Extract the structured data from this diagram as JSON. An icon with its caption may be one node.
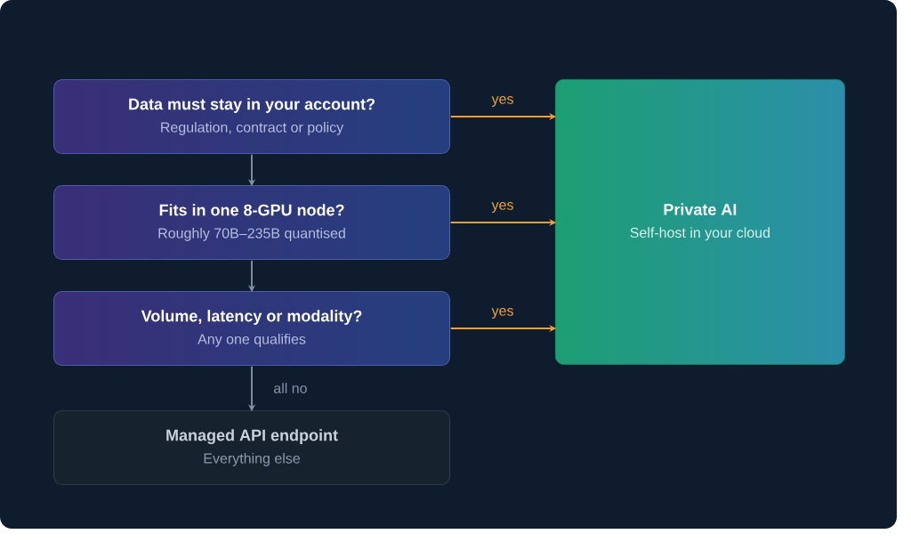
{
  "diagram": {
    "nodes": [
      {
        "text": [
          "Data must stay in your account?",
          "Regulation, contract or policy"
        ]
      },
      {
        "text": [
          "Fits in one 8-GPU node?",
          "Roughly 70B–235B quantised"
        ]
      },
      {
        "text": [
          "Volume, latency or modality?",
          "Any one qualifies"
        ]
      },
      {
        "text": [
          "Managed API endpoint",
          "Everything else"
        ]
      },
      {
        "text": [
          "Private AI",
          "Self-host in your cloud"
        ]
      }
    ],
    "edges": [
      {
        "from": 0,
        "to": 4,
        "arrow": "to",
        "label": "yes",
        "color": "#f0a035"
      },
      {
        "from": 1,
        "to": 4,
        "arrow": "to",
        "label": "yes",
        "color": "#f0a035"
      },
      {
        "from": 2,
        "to": 4,
        "arrow": "to",
        "label": "yes",
        "color": "#f0a035"
      },
      {
        "from": 0,
        "to": 1,
        "arrow": "to",
        "color": "#8493a8"
      },
      {
        "from": 1,
        "to": 2,
        "arrow": "to",
        "color": "#8493a8"
      },
      {
        "from": 2,
        "to": 3,
        "arrow": "to",
        "label": "all no",
        "color": "#8493a8"
      }
    ]
  }
}
